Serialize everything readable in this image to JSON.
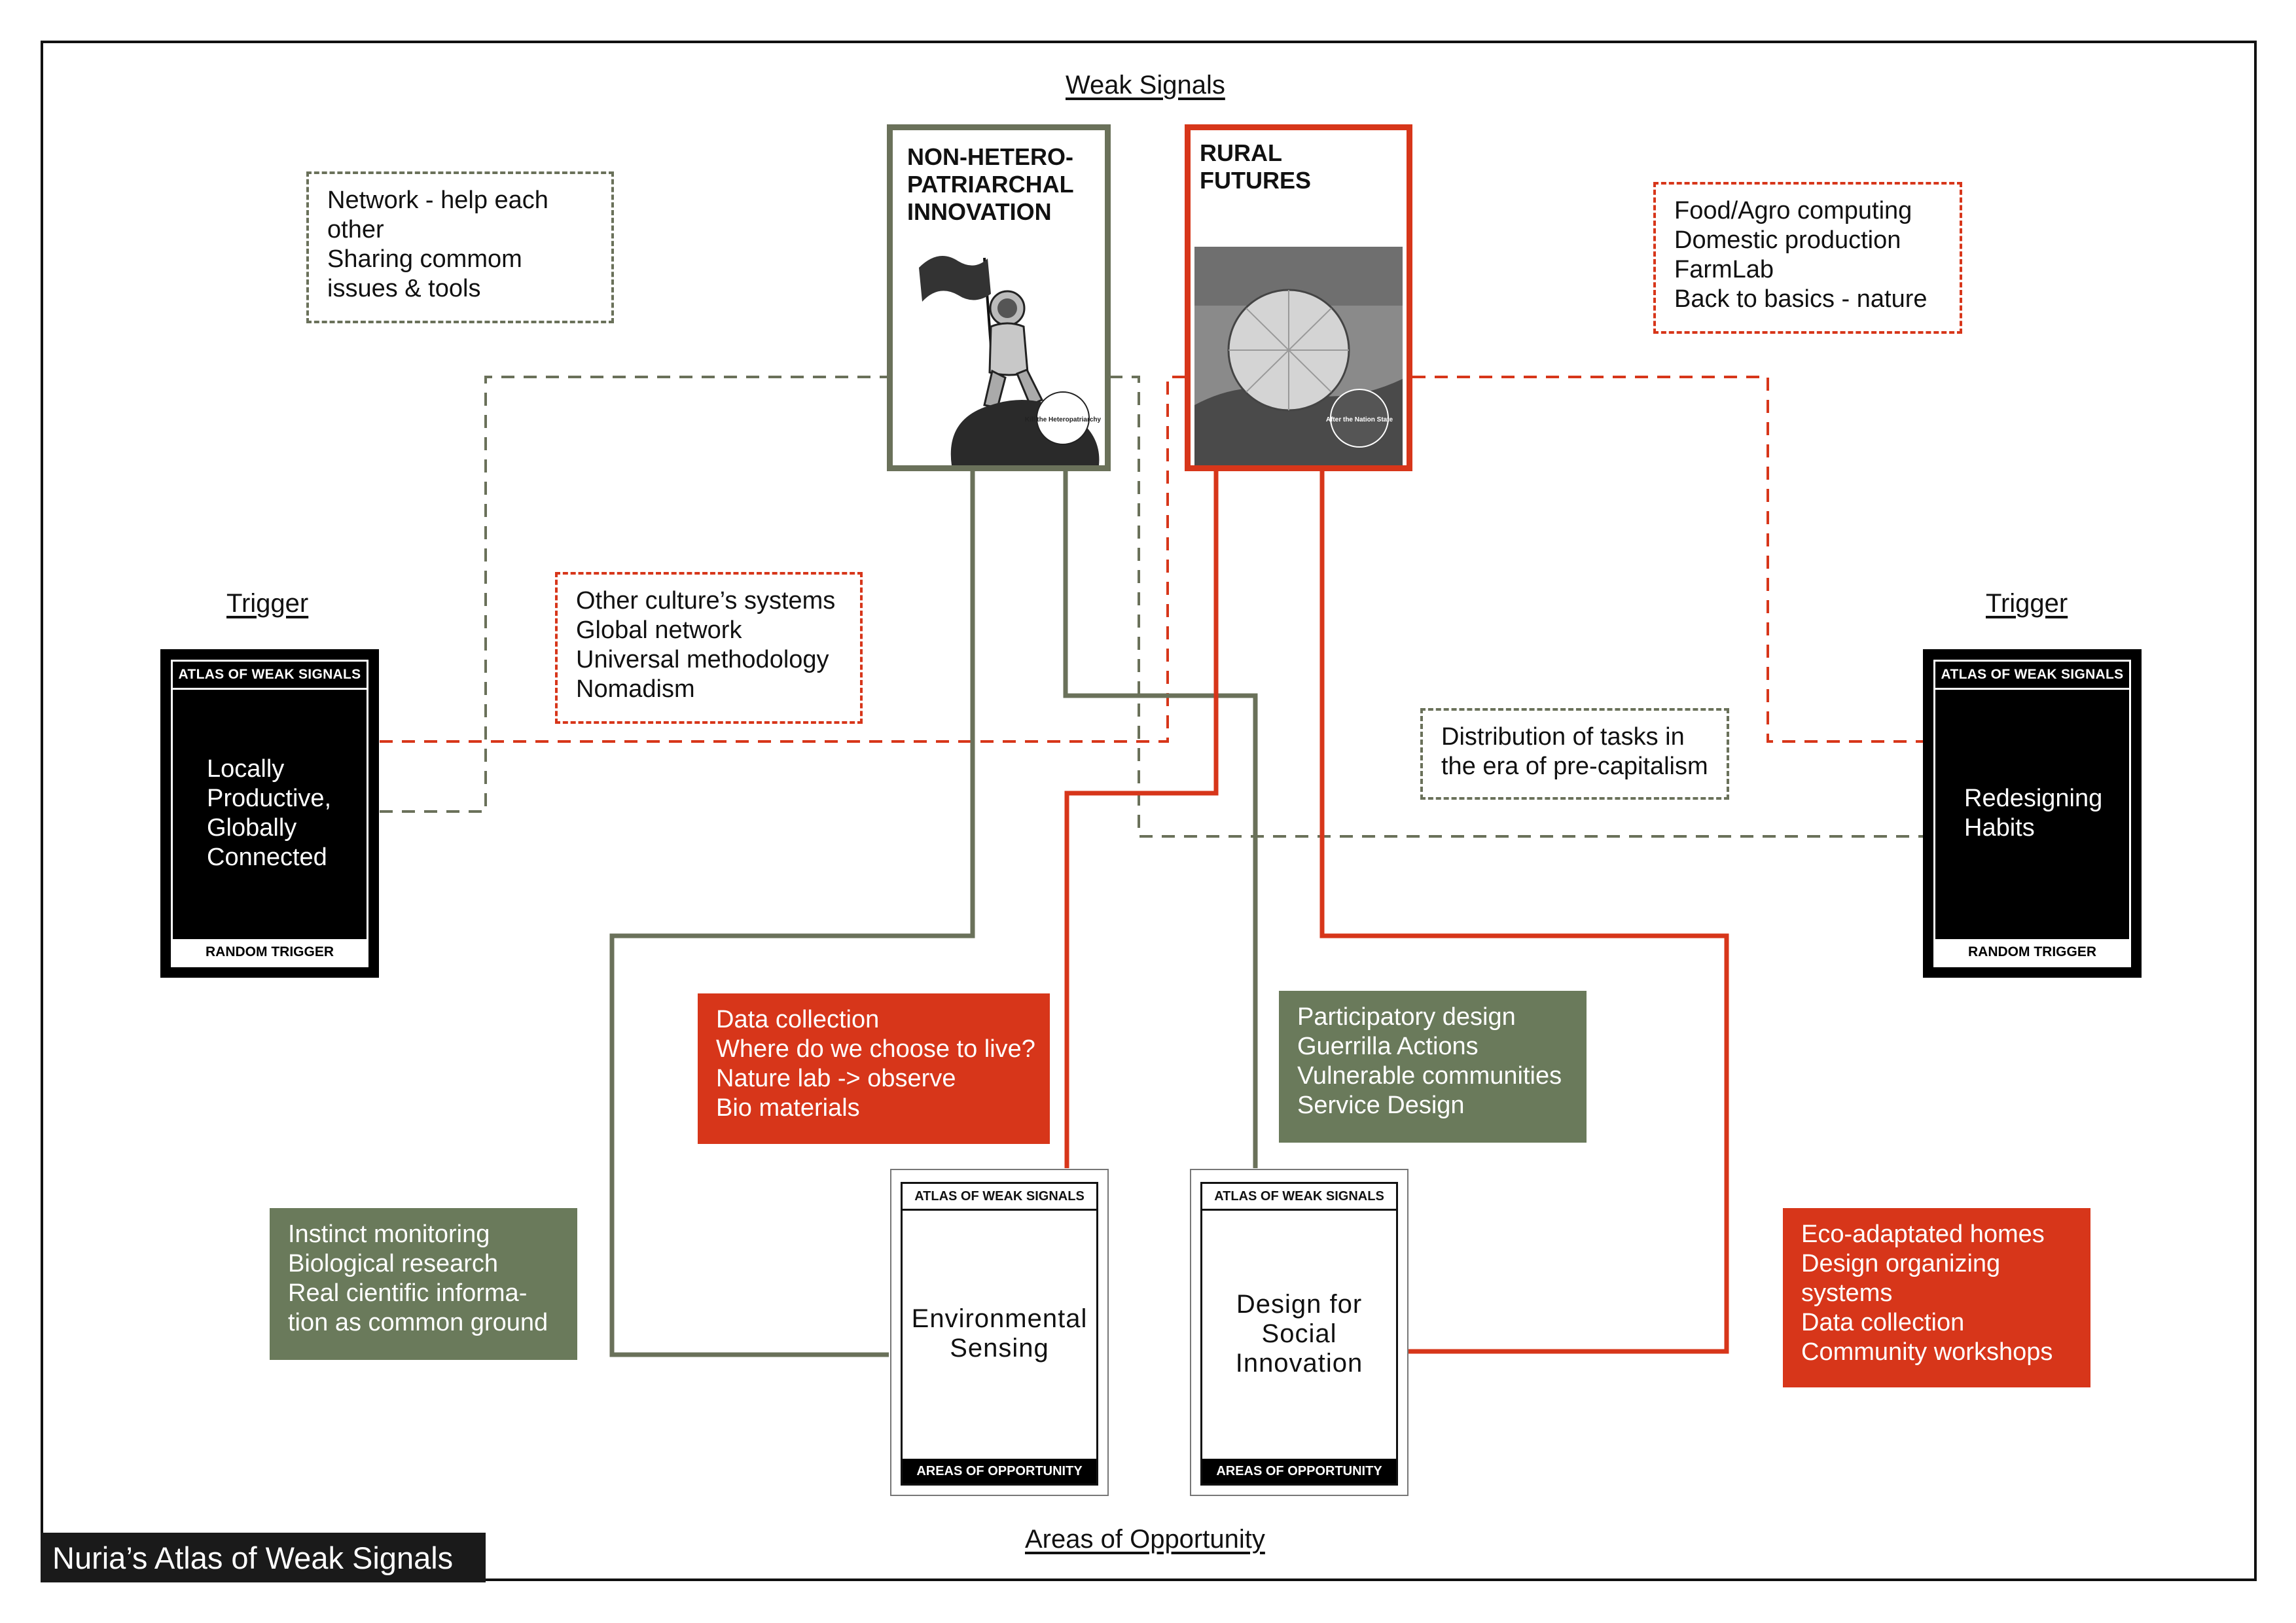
{
  "sections": {
    "weak_signals": "Weak Signals",
    "trigger_left": "Trigger",
    "trigger_right": "Trigger",
    "areas_of_opportunity": "Areas of Opportunity"
  },
  "footer_label": "Nuria’s Atlas of Weak Signals",
  "weak_signal_cards": [
    {
      "title_lines": [
        "NON-HETERO-",
        "PATRIARCHAL",
        "INNOVATION"
      ],
      "badge": "Kill the Heteropatriarchy",
      "color": "#6a715a"
    },
    {
      "title_lines": [
        "RURAL",
        "FUTURES"
      ],
      "badge": "After the Nation State",
      "color": "#d7361a"
    }
  ],
  "triggers": [
    {
      "header": "ATLAS OF WEAK SIGNALS",
      "lines": [
        "Locally",
        "Productive,",
        "Globally",
        "Connected"
      ],
      "footer": "RANDOM TRIGGER"
    },
    {
      "header": "ATLAS OF WEAK SIGNALS",
      "lines": [
        "Redesigning",
        "Habits"
      ],
      "footer": "RANDOM TRIGGER"
    }
  ],
  "areas": [
    {
      "header": "ATLAS OF WEAK SIGNALS",
      "lines": [
        "Environmental",
        "Sensing"
      ],
      "footer": "AREAS OF OPPORTUNITY"
    },
    {
      "header": "ATLAS OF WEAK SIGNALS",
      "lines": [
        "Design for",
        "Social",
        "Innovation"
      ],
      "footer": "AREAS OF OPPORTUNITY"
    }
  ],
  "notes": {
    "network": [
      "Network - help each",
      "other",
      "Sharing commom",
      "issues & tools"
    ],
    "food_agro": [
      "Food/Agro computing",
      "Domestic production",
      "FarmLab",
      "Back to basics - nature"
    ],
    "other_culture": [
      "Other culture’s systems",
      "Global network",
      "Universal methodology",
      "Nomadism"
    ],
    "distribution": [
      "Distribution of tasks in",
      "the era of pre-capitalism"
    ],
    "data_collection": [
      "Data collection",
      "Where do we choose to live?",
      "Nature lab -> observe",
      "Bio materials"
    ],
    "participatory": [
      "Participatory design",
      "Guerrilla Actions",
      "Vulnerable communities",
      "Service Design"
    ],
    "instinct": [
      "Instinct monitoring",
      "Biological research",
      "Real cientific informa-",
      "tion as common ground"
    ],
    "eco_homes": [
      "Eco-adaptated homes",
      "Design organizing",
      "systems",
      "Data collection",
      "Community workshops"
    ]
  },
  "colors": {
    "green": "#6a715a",
    "green_fill": "#6a7a5b",
    "red": "#d7361a",
    "black": "#000000"
  }
}
